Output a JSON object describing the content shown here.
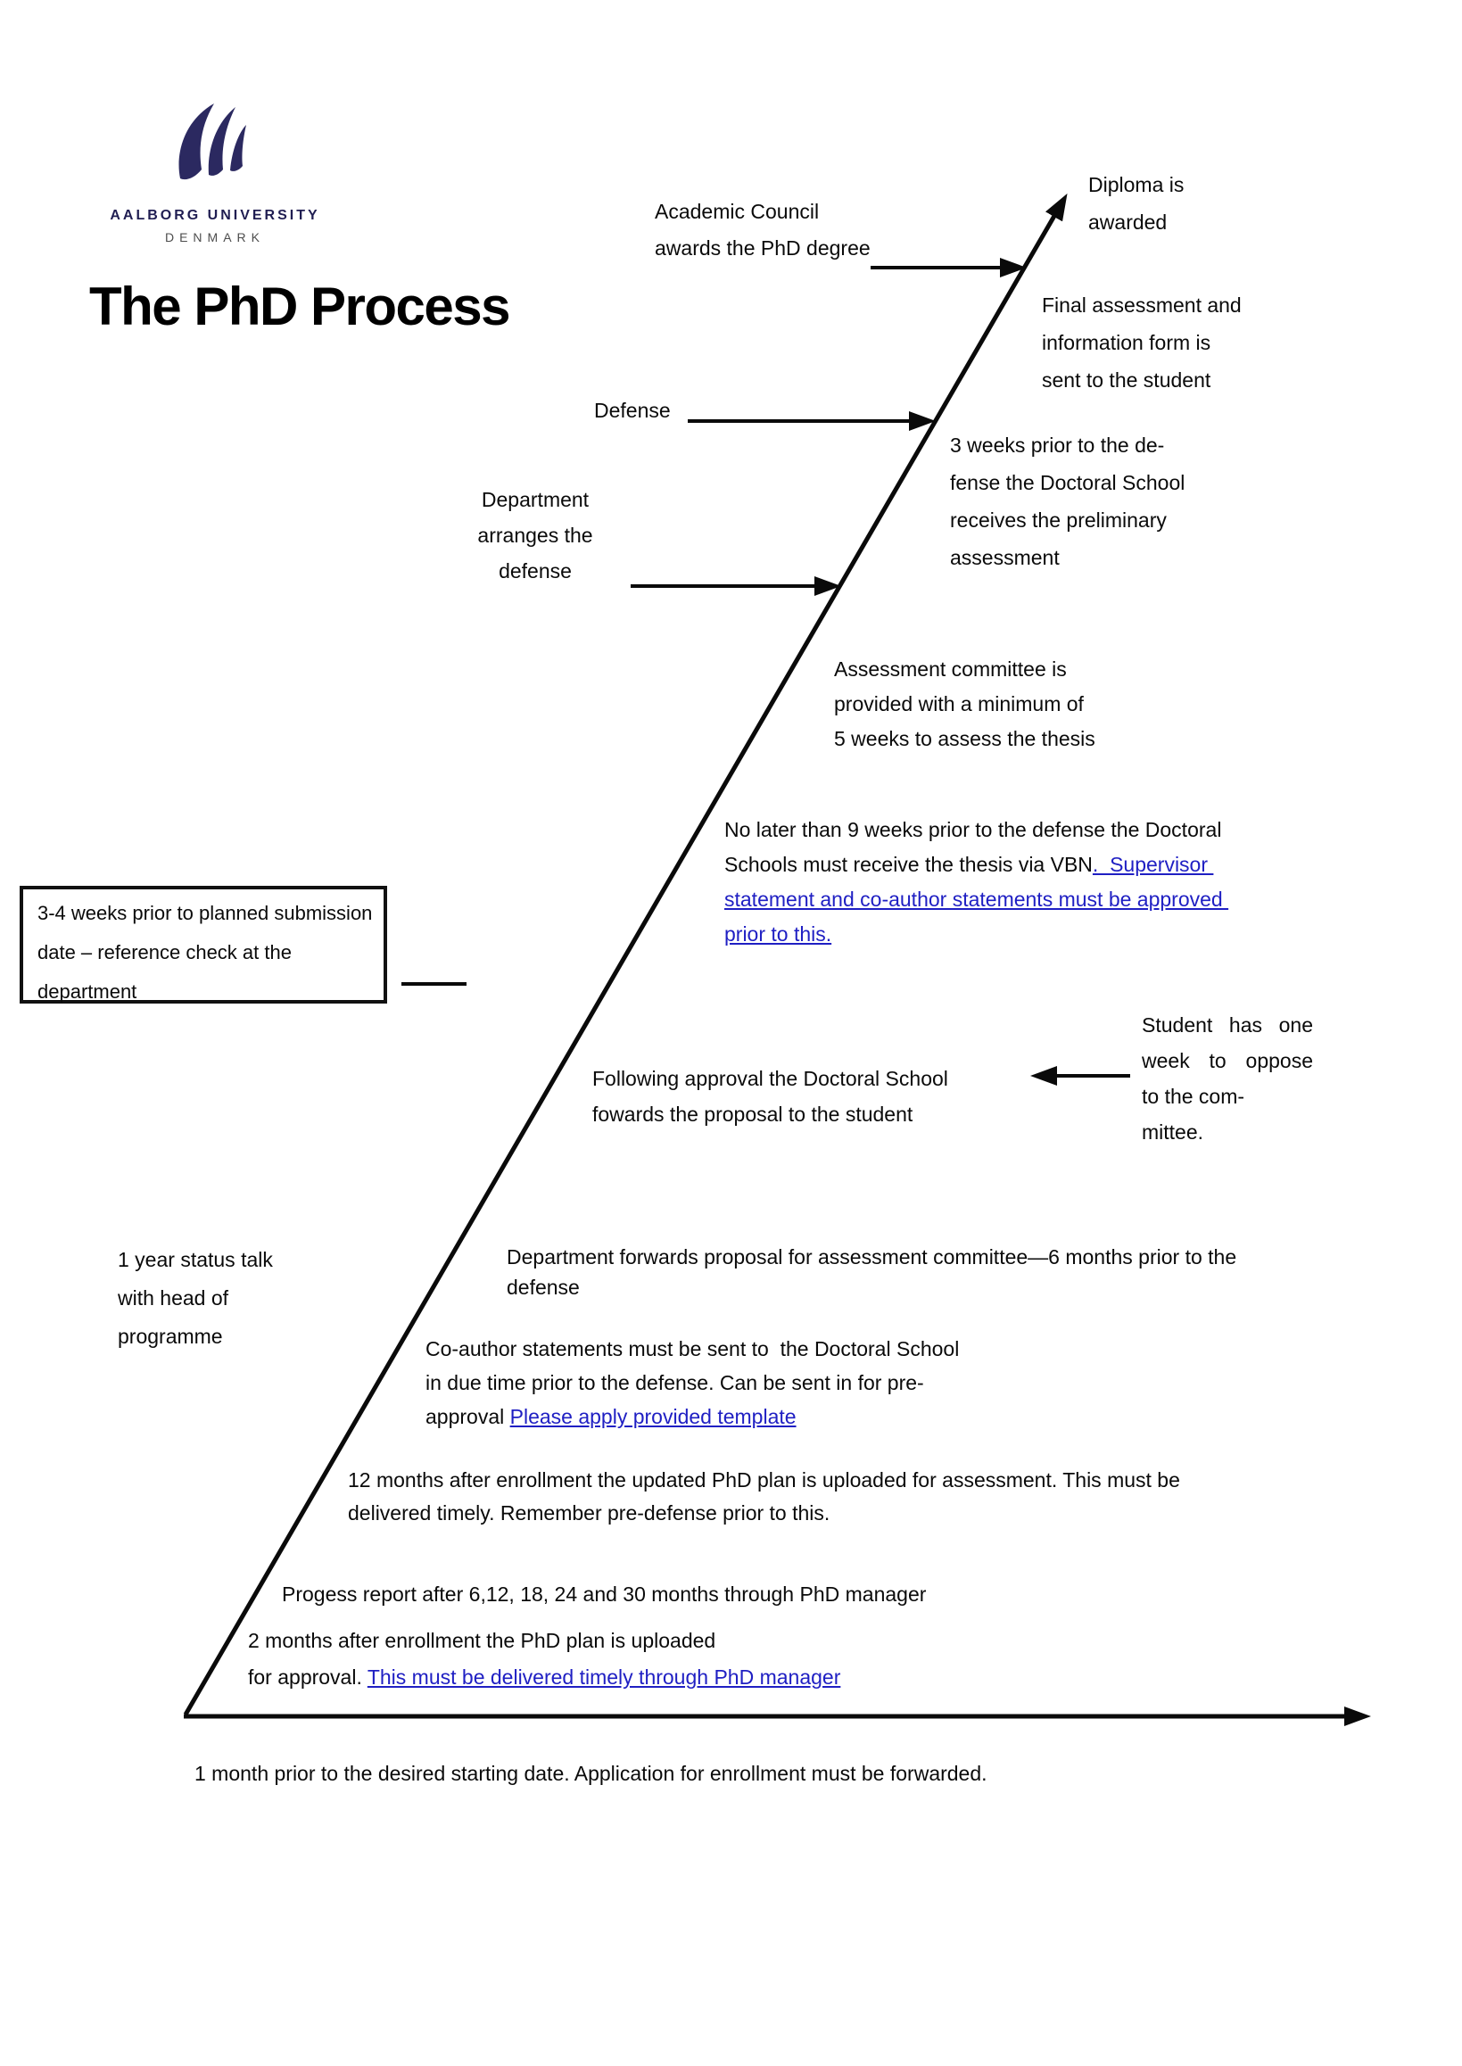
{
  "logo": {
    "university": "AALBORG UNIVERSITY",
    "country": "DENMARK"
  },
  "title": "The PhD Process",
  "colors": {
    "link_blue": "#1f1fc3",
    "logo_navy": "#2b2960",
    "line_black": "#0a0a0a"
  },
  "ann": {
    "diploma": {
      "lines": [
        "Diploma is",
        "awarded"
      ]
    },
    "academic": {
      "lines": [
        "Academic Council",
        "awards the PhD degree"
      ]
    },
    "final_assessment": {
      "lines": [
        "Final assessment and",
        "information form is",
        "sent to the student"
      ]
    },
    "defense": {
      "lines": [
        "Defense"
      ]
    },
    "three_weeks": {
      "lines": [
        "3 weeks prior to the de-",
        "fense the Doctoral School",
        "receives the preliminary",
        "assessment"
      ]
    },
    "dept_arranges": {
      "lines": [
        "Department",
        "arranges the",
        "defense"
      ]
    },
    "assess_committee": {
      "lines": [
        "Assessment committee is",
        "provided with a minimum of",
        "5 weeks to assess the thesis"
      ]
    },
    "no_later": {
      "line1": "No later than 9 weeks prior to the defense the Doctoral",
      "line2_plain": "Schools must receive the thesis via VBN",
      "line2_link": ".  Supervisor ",
      "line3_link": "statement and co-author statements must be approved ",
      "line4_link": "prior to this."
    },
    "reference_box": {
      "lines": [
        "3-4 weeks prior to planned submission",
        "date – reference check at the",
        "department"
      ]
    },
    "following": {
      "lines": [
        "Following approval the Doctoral School",
        "fowards the proposal to the student"
      ]
    },
    "student_oppose": {
      "lines": [
        "Student has one",
        "week to oppose",
        "to the com-",
        "mittee."
      ]
    },
    "one_year": {
      "lines": [
        "1 year status talk",
        "with head of",
        "programme"
      ]
    },
    "dept_forwards": {
      "lines": [
        "Department forwards proposal for assessment committee—6 months prior to the",
        "defense"
      ]
    },
    "co_author": {
      "line1": "Co-author statements must be sent to  the Doctoral School",
      "line2": "in due time prior to the defense. Can be sent in for pre-",
      "line3_plain": "approval ",
      "line3_link": "Please apply provided template"
    },
    "twelve_months": {
      "lines": [
        "12 months after enrollment the updated PhD plan is uploaded for assessment. This must be",
        "delivered timely. Remember pre-defense prior to this."
      ]
    },
    "progess": {
      "lines": [
        "Progess report after 6,12, 18, 24 and 30 months through PhD manager"
      ]
    },
    "two_months": {
      "line1": "2 months after enrollment the PhD plan is uploaded",
      "line2_plain": "for approval. ",
      "line2_link": "This must be delivered timely through PhD manager"
    },
    "one_month": {
      "lines": [
        "1 month prior to the desired starting date. Application for enrollment must be forwarded."
      ]
    }
  }
}
